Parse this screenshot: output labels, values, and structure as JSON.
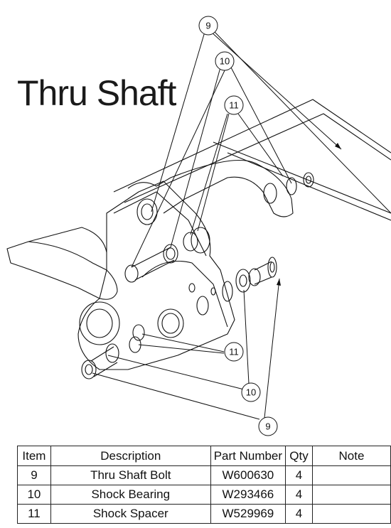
{
  "title": "Thru Shaft",
  "callouts": {
    "top_9": "9",
    "top_10": "10",
    "top_11": "11",
    "bottom_11": "11",
    "bottom_10": "10",
    "bottom_9": "9"
  },
  "table": {
    "headers": [
      "Item",
      "Description",
      "Part Number",
      "Qty",
      "Note"
    ],
    "rows": [
      [
        "9",
        "Thru Shaft Bolt",
        "W600630",
        "4",
        ""
      ],
      [
        "10",
        "Shock Bearing",
        "W293466",
        "4",
        ""
      ],
      [
        "11",
        "Shock Spacer",
        "W529969",
        "4",
        ""
      ]
    ]
  }
}
